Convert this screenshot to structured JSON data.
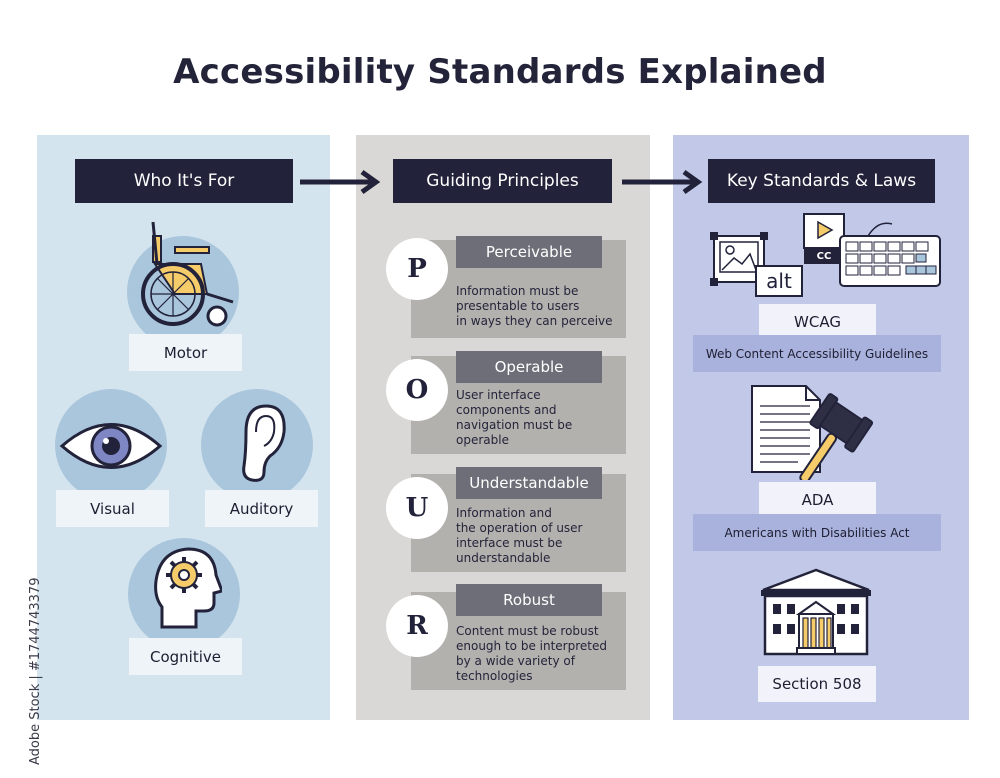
{
  "title": "Accessibility Standards Explained",
  "columns": {
    "who": {
      "header": "Who It's For",
      "items": [
        "Motor",
        "Visual",
        "Auditory",
        "Cognitive"
      ]
    },
    "principles": {
      "header": "Guiding Principles",
      "items": [
        {
          "letter": "P",
          "name": "Perceivable",
          "lines": [
            "Information must be",
            "presentable to users",
            "in ways they can perceive"
          ]
        },
        {
          "letter": "O",
          "name": "Operable",
          "lines": [
            "User interface",
            "components and",
            "navigation must be",
            "operable"
          ]
        },
        {
          "letter": "U",
          "name": "Understandable",
          "lines": [
            "Information and",
            "the operation of user",
            "interface must be",
            "understandable"
          ]
        },
        {
          "letter": "R",
          "name": "Robust",
          "lines": [
            "Content must be robust",
            "enough to be interpreted",
            "by a wide variety of",
            "technologies"
          ]
        }
      ]
    },
    "standards": {
      "header": "Key Standards & Laws",
      "icon_texts": {
        "alt": "alt",
        "cc": "CC"
      },
      "items": [
        {
          "name": "WCAG",
          "full": "Web Content Accessibility Guidelines"
        },
        {
          "name": "ADA",
          "full": "Americans with Disabilities Act"
        },
        {
          "name": "Section 508"
        }
      ]
    }
  },
  "watermark": "Adobe Stock | #1744743379",
  "colors": {
    "dark": "#22223a",
    "col_blue": "#d4e4ee",
    "col_gray": "#d9d8d6",
    "col_lavender": "#c2c9e8",
    "accent_yellow": "#f6cc6a"
  }
}
